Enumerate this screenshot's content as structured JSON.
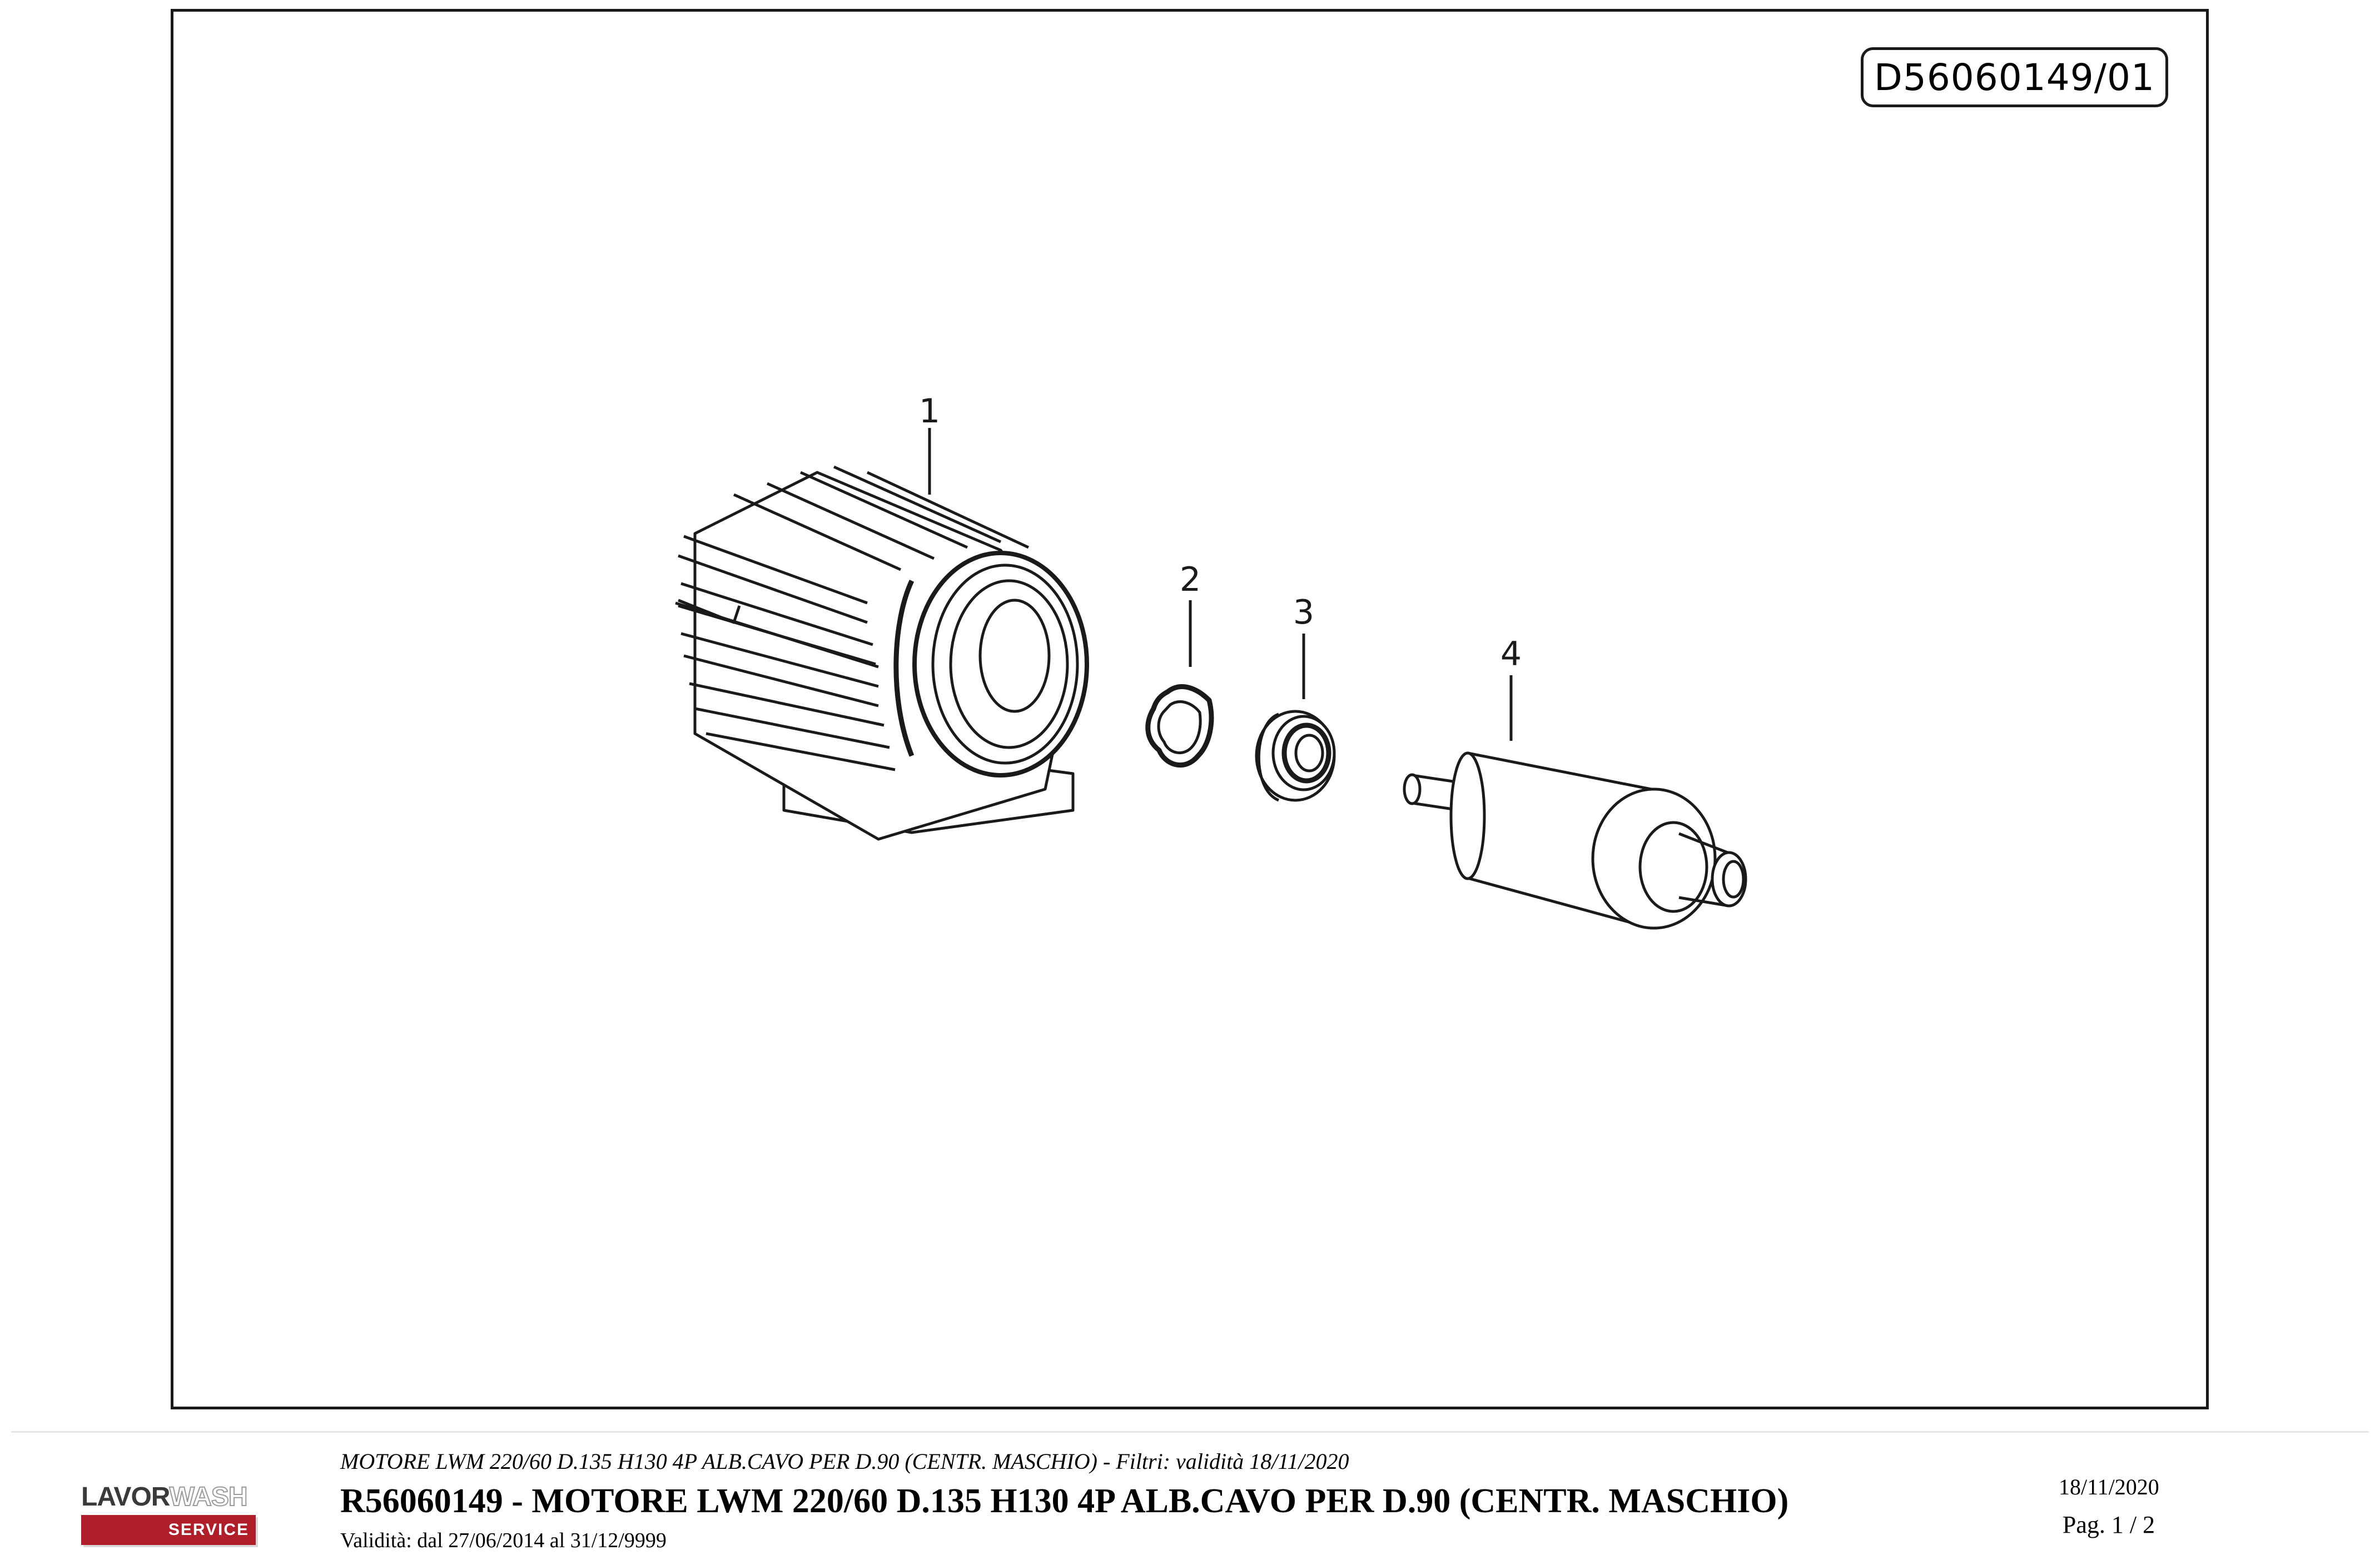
{
  "drawing": {
    "code": "D56060149/01",
    "callouts": [
      "1",
      "2",
      "3",
      "4"
    ]
  },
  "footer": {
    "subtitle": "MOTORE LWM 220/60 D.135 H130 4P ALB.CAVO PER D.90 (CENTR. MASCHIO) - Filtri: validità 18/11/2020",
    "title": "R56060149 - MOTORE LWM 220/60 D.135 H130 4P ALB.CAVO PER D.90 (CENTR. MASCHIO)",
    "validity": "Validità: dal 27/06/2014 al 31/12/9999",
    "date": "18/11/2020",
    "page": "Pag. 1 / 2"
  },
  "logo": {
    "brand_top_a": "LAVOR",
    "brand_top_b": "WASH",
    "brand_bar": "SERVICE",
    "bar_color": "#b01e2a"
  }
}
